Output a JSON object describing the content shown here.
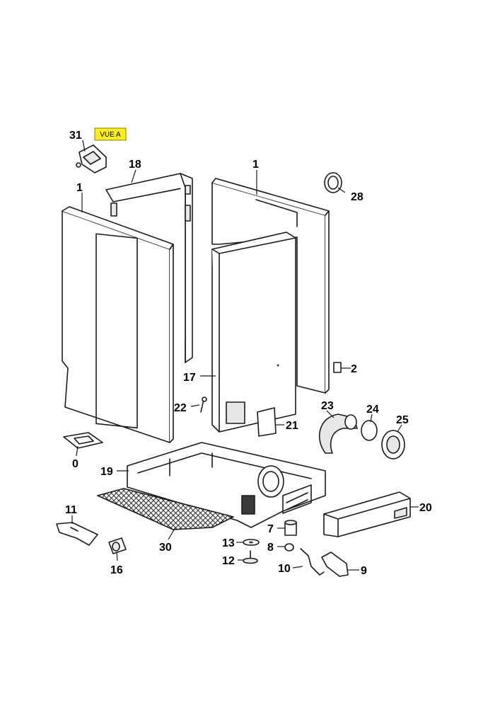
{
  "view_badge": {
    "label": "VUE A",
    "color": "#ffee22"
  },
  "callouts": {
    "p31": "31",
    "p18": "18",
    "p1a": "1",
    "p1b": "1",
    "p28": "28",
    "p2": "2",
    "p17": "17",
    "p22": "22",
    "p21": "21",
    "p23": "23",
    "p24": "24",
    "p25": "25",
    "p0": "0",
    "p19": "19",
    "p20": "20",
    "p11": "11",
    "p30": "30",
    "p7": "7",
    "p13": "13",
    "p8": "8",
    "p12": "12",
    "p10": "10",
    "p9": "9",
    "p16": "16"
  }
}
